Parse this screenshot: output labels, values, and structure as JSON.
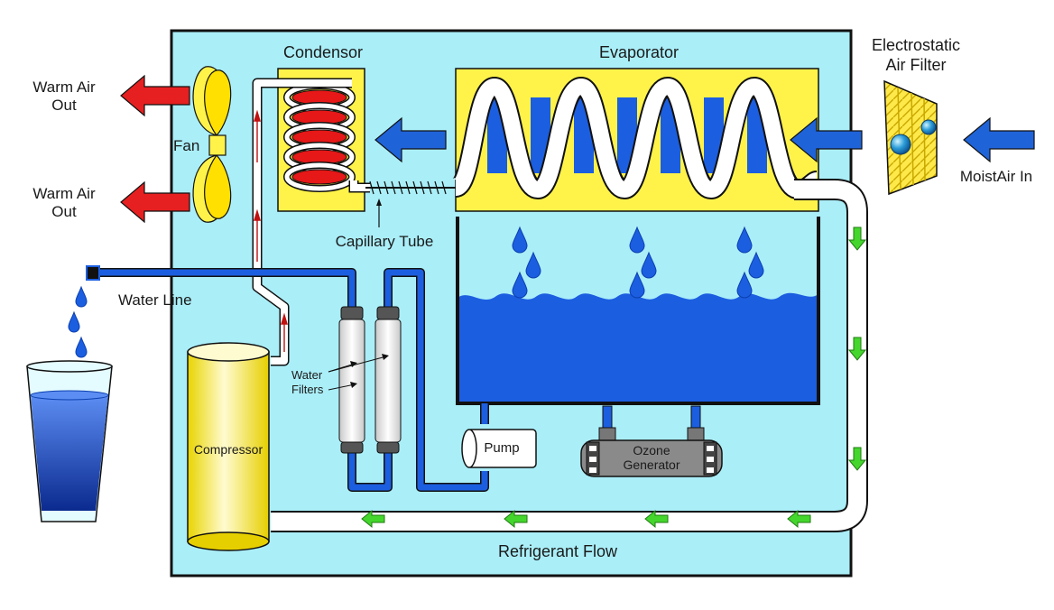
{
  "labels": {
    "condensor": "Condensor",
    "evaporator": "Evaporator",
    "filter_line1": "Electrostatic",
    "filter_line2": "Air Filter",
    "warm_air_top_line1": "Warm Air",
    "warm_air_top_line2": "Out",
    "warm_air_bottom_line1": "Warm Air",
    "warm_air_bottom_line2": "Out",
    "fan": "Fan",
    "moist_air_in": "MoistAir In",
    "capillary_tube": "Capillary Tube",
    "water_line": "Water Line",
    "water_filters_line1": "Water",
    "water_filters_line2": "Filters",
    "compressor": "Compressor",
    "pump": "Pump",
    "ozone_line1": "Ozone",
    "ozone_line2": "Generator",
    "refrigerant_flow": "Refrigerant Flow"
  },
  "colors": {
    "chamber": "#aaeef8",
    "yellow": "#fff34a",
    "water": "#1c5ee0",
    "water_dark": "#0b3fb0",
    "hot_arrow": "#e62020",
    "cold_arrow": "#1f63d8",
    "flow_arrow": "#44d62c",
    "coil_red": "#e61818",
    "ozone": "#8a8a8a"
  }
}
